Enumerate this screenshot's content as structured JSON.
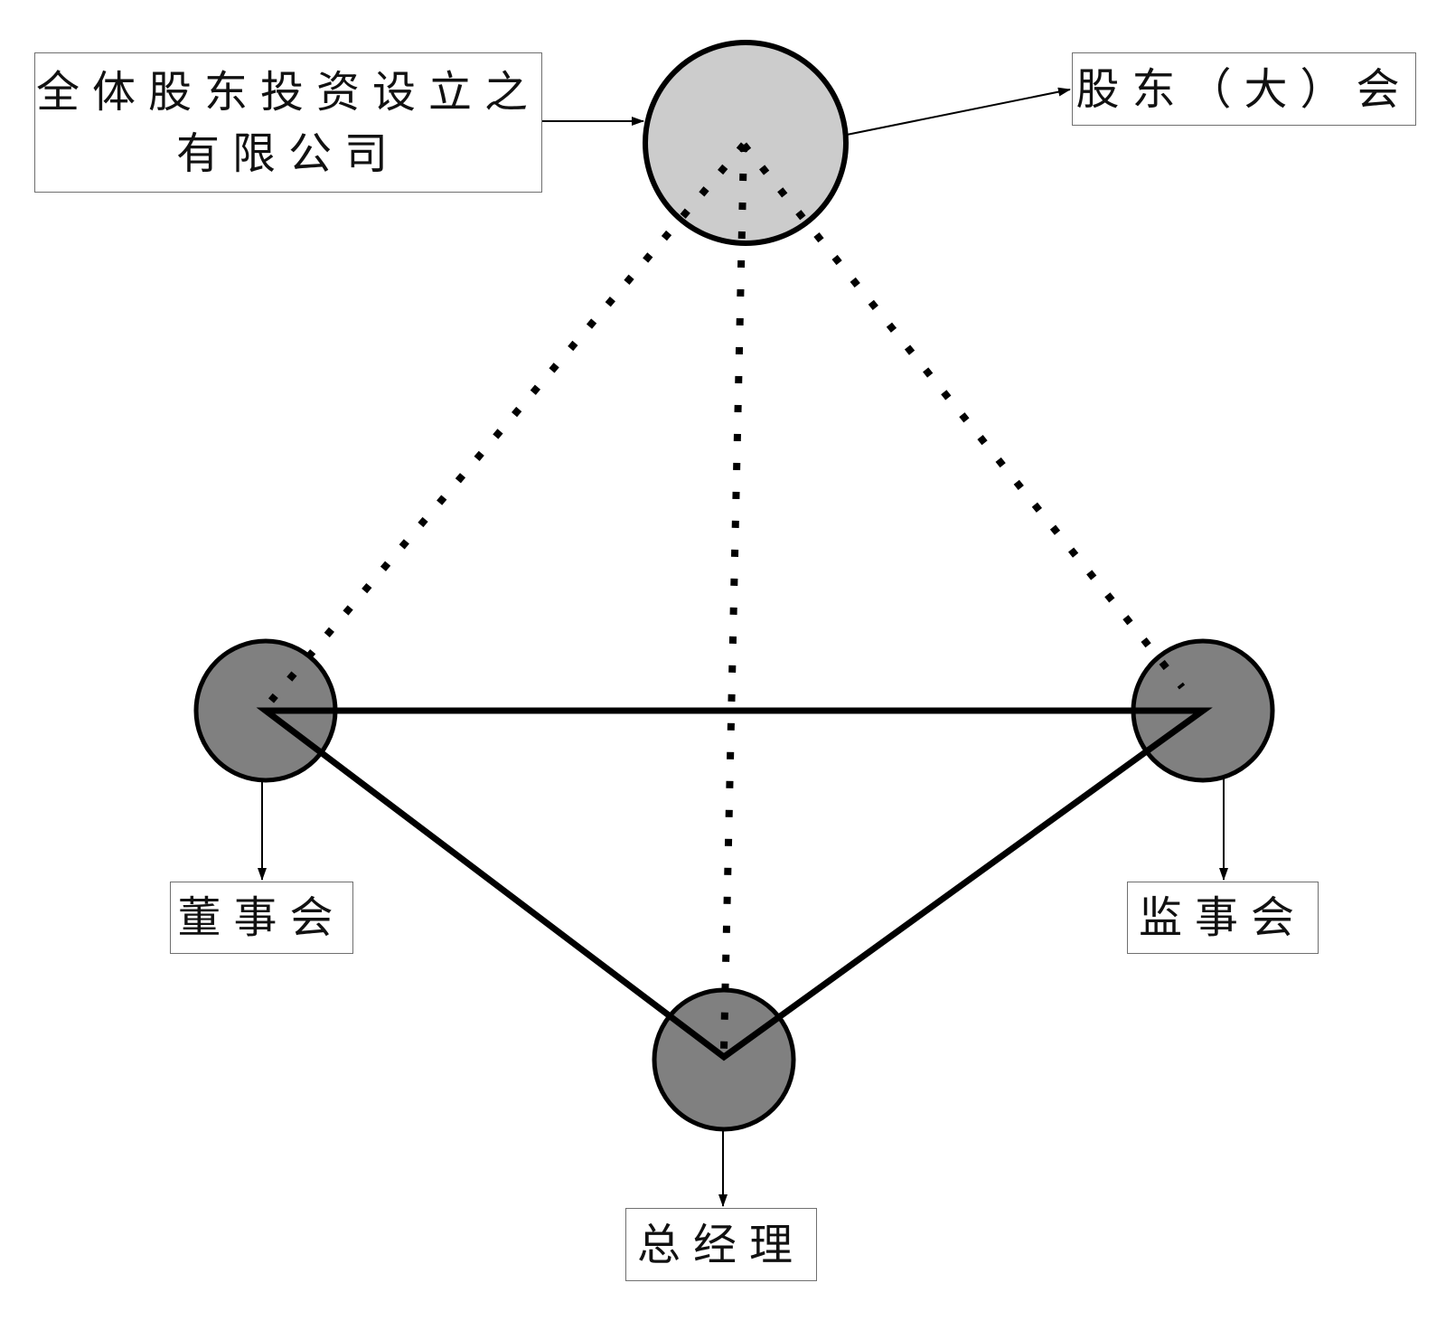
{
  "nodes": {
    "company": {
      "line1": "全体股东投资设立之",
      "line2": "有限公司"
    },
    "shareholders_meeting": "股东（大）会",
    "board": "董事会",
    "supervisory_board": "监事会",
    "general_manager": "总经理"
  },
  "colors": {
    "top_circle_fill": "#cccccc",
    "lower_circle_fill": "#808080",
    "stroke": "#000000"
  }
}
